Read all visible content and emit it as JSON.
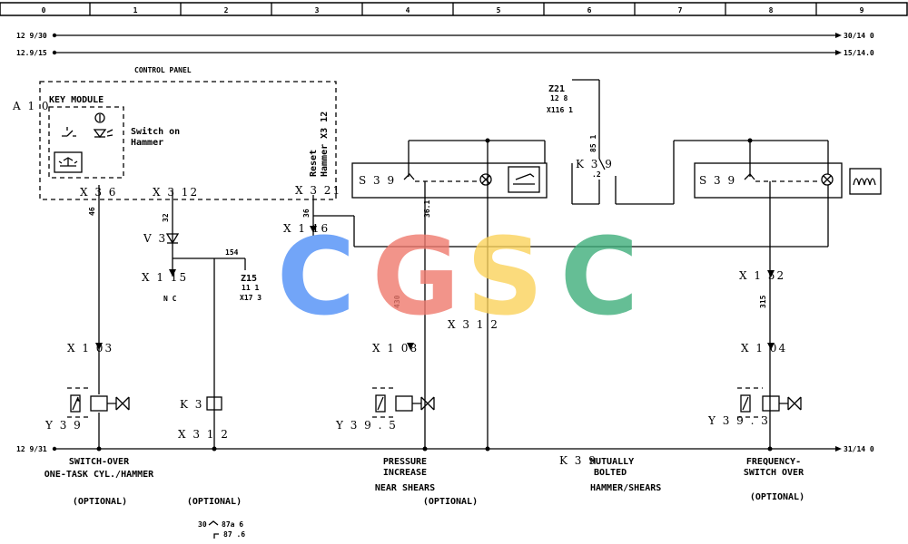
{
  "ruler": [
    "0",
    "1",
    "2",
    "3",
    "4",
    "5",
    "6",
    "7",
    "8",
    "9"
  ],
  "rails": {
    "r1_left": "12 9/30",
    "r1_right": "30/14 0",
    "r2_left": "12.9/15",
    "r2_right": "15/14.0",
    "r3_left": "12 9/31",
    "r3_right": "31/14 0"
  },
  "control_panel": {
    "title": "CONTROL PANEL",
    "ref": "A 1 0",
    "key_module": "KEY MODULE",
    "switch_label_1": "Switch on",
    "switch_label_2": "Hammer",
    "reset_1": "Reset",
    "reset_2": "Hammer X3 12"
  },
  "labels": {
    "x3_6": "X 3 6",
    "x3_12": "X 3 12",
    "x3_21": "X 3 21",
    "w46": "46",
    "w32": "32",
    "w36": "36",
    "w36_1": "36.1",
    "w430": "430",
    "w154": "154",
    "w315": "315",
    "w85_1": "85 1",
    "v3": "V 3",
    "x1_15": "X 1 15",
    "nc": "N C",
    "z15": "Z15",
    "z15_a": "11 1",
    "z15_b": "X17 3",
    "x1_16": "X 1 16",
    "z21": "Z21",
    "z21_a": "12 8",
    "z21_b": "X116 1",
    "k3_top": "K 3 9",
    "k3_pin": ".2",
    "s39_left": "S 3 9",
    "s39_right": "S 3 9",
    "x1_52": "X 1 52",
    "x3_1_2_mid": "X 3 1  2",
    "x1_03": "X 1 03",
    "x1_08": "X 1 08",
    "x1_04": "X 1 04",
    "k3_lower": "K 3",
    "x3_1_2_low": "X 3 1  2",
    "y39_1": "Y 3 9",
    "y39_5": "Y 3 9 . 5",
    "y39_3": "Y 3 9 . 3"
  },
  "captions": {
    "c1_1": "SWITCH-OVER",
    "c1_2": "ONE-TASK CYL./HAMMER",
    "c1_opt": "(OPTIONAL)",
    "c2_opt": "(OPTIONAL)",
    "c3_1": "PRESSURE",
    "c3_2": "INCREASE",
    "c3_3": "NEAR SHEARS",
    "c3_opt": "(OPTIONAL)",
    "c4_tag": "K 3 9",
    "c4_1": "MUTUALLY",
    "c4_2": "BOLTED",
    "c4_3": "HAMMER/SHEARS",
    "c5_1": "FREQUENCY-",
    "c5_2": "SWITCH OVER",
    "c5_opt": "(OPTIONAL)"
  },
  "contact_ref": {
    "line1_a": "30",
    "line1_b": "87a  6",
    "line2": "87 .6"
  },
  "watermark": {
    "letters": [
      "C",
      "G",
      "S",
      "C"
    ],
    "colors": [
      "#4f8ff7",
      "#f07a6e",
      "#fbd35c",
      "#3fae7b"
    ]
  }
}
